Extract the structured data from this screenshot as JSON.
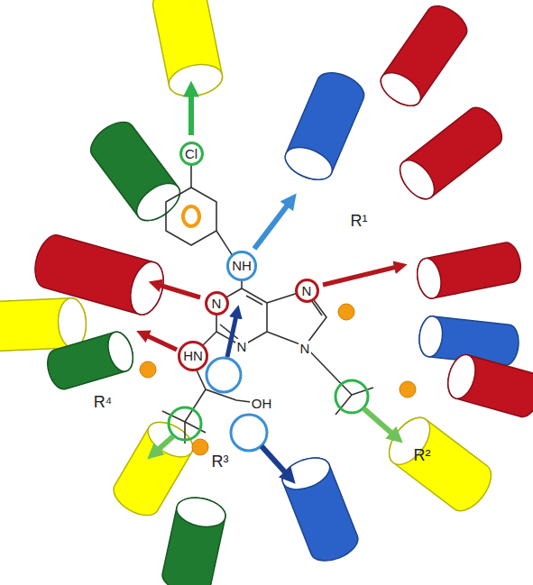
{
  "diagram": {
    "nodes": [
      {
        "text": [
          "Cl"
        ]
      },
      {
        "text": [
          "NH"
        ]
      },
      {
        "text": [
          "N"
        ]
      },
      {
        "text": [
          "HN"
        ]
      },
      {
        "text": [
          "N"
        ]
      }
    ],
    "labels": [
      "N",
      "N",
      "OH",
      "R¹",
      "R²",
      "R³",
      "R⁴"
    ]
  }
}
